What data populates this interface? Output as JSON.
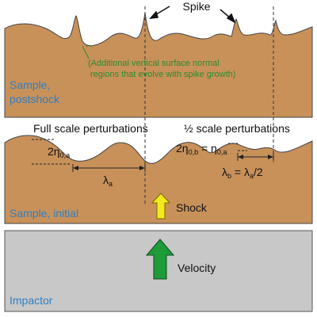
{
  "colors": {
    "sample": "#c8915a",
    "impactor": "#c8c8c8",
    "label_blue": "#2f7fc1",
    "annotation_green": "#2e8b2e",
    "shock_arrow": "#f2ea1a",
    "velocity_arrow": "#1f9b3a"
  },
  "labels": {
    "spike": "Spike",
    "annotation_line1": "(Additional vertical surface normal",
    "annotation_line2": "regions that evolve with spike growth)",
    "postshock_line1": "Sample,",
    "postshock_line2": "postshock",
    "full_scale": "Full scale perturbations",
    "half_scale": "½ scale perturbations",
    "initial": "Sample, initial",
    "shock": "Shock",
    "velocity": "Velocity",
    "impactor": "Impactor"
  },
  "math": {
    "amp_full": "2η",
    "amp_full_sub": "0,a",
    "lambda_a": "λ",
    "lambda_a_sub": "a",
    "amp_half_lhs": "2η",
    "amp_half_lhs_sub": "0,b",
    "amp_half_eq": " = η",
    "amp_half_rhs_sub": "0,a",
    "lambda_b": "λ",
    "lambda_b_sub": "b",
    "lambda_b_eq": " = λ",
    "lambda_b_eq_sub": "a",
    "lambda_b_tail": "/2"
  },
  "icons": [
    "shock-arrow-icon",
    "velocity-arrow-icon",
    "spike-pointer-icon"
  ]
}
